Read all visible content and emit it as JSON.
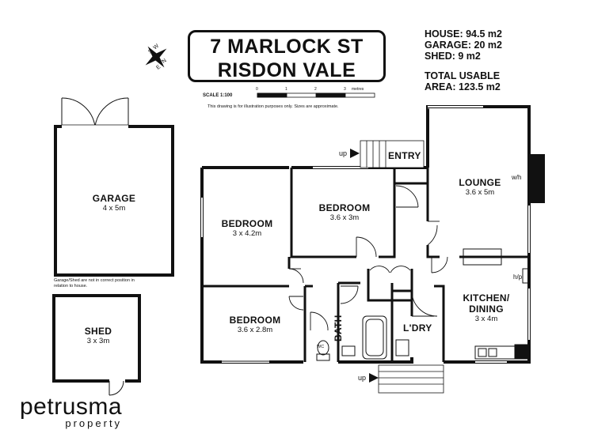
{
  "title": {
    "line1": "7 MARLOCK ST",
    "line2": "RISDON VALE"
  },
  "stats": {
    "house": "HOUSE: 94.5 m2",
    "garage": "GARAGE: 20 m2",
    "shed": "SHED: 9 m2",
    "total_line1": "TOTAL USABLE",
    "total_line2": "AREA: 123.5 m2"
  },
  "scale": {
    "label": "SCALE 1:100",
    "ticks": [
      "0",
      "1",
      "2",
      "3"
    ],
    "unit": "metres",
    "disclaimer": "This drawing is for illustration purposes only. Sizes are approximate."
  },
  "compass": {
    "letters": [
      "N",
      "S",
      "E",
      "W"
    ]
  },
  "rooms": {
    "garage": {
      "name": "GARAGE",
      "dims": "4 x 5m"
    },
    "shed": {
      "name": "SHED",
      "dims": "3 x 3m"
    },
    "bedroom1": {
      "name": "BEDROOM",
      "dims": "3 x 4.2m"
    },
    "bedroom2": {
      "name": "BEDROOM",
      "dims": "3.6 x 3m"
    },
    "bedroom3": {
      "name": "BEDROOM",
      "dims": "3.6 x 2.8m"
    },
    "lounge": {
      "name": "LOUNGE",
      "dims": "3.6 x 5m"
    },
    "kitchen": {
      "name_line1": "KITCHEN/",
      "name_line2": "DINING",
      "dims": "3 x 4m"
    },
    "entry": {
      "name": "ENTRY"
    },
    "bath": {
      "name": "BATH"
    },
    "laundry": {
      "name": "L'DRY"
    },
    "wc": {
      "name": "WC"
    }
  },
  "labels": {
    "up_top": "up",
    "up_bottom": "up",
    "wh": "w/h",
    "hp": "h/p",
    "garage_note_line1": "Garage/Shed are not in correct position in",
    "garage_note_line2": "relation to house."
  },
  "logo": {
    "main": "petrusma",
    "sub": "property"
  }
}
